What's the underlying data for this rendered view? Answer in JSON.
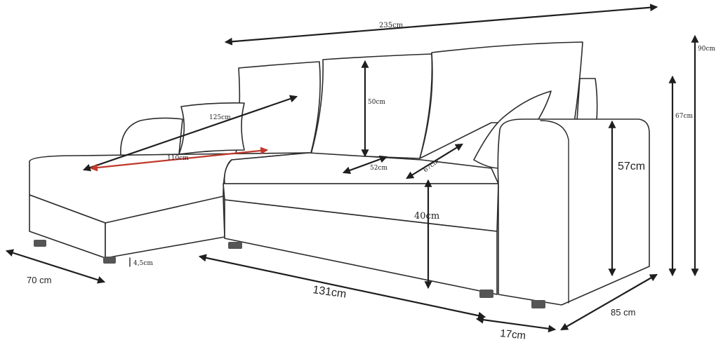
{
  "dimensions": {
    "total_length": "235cm",
    "seat_width_chaise": "125cm",
    "chaise_inner": "110cm",
    "backrest_cushion": "50cm",
    "total_height": "90cm",
    "back_height": "67cm",
    "armrest_height": "57cm",
    "seat_height": "40cm",
    "seat_depth_small": "52cm",
    "seat_depth": "67cm",
    "leg_height": "4,5cm",
    "chaise_width": "70 cm",
    "front_length": "131cm",
    "depth": "85 cm",
    "armrest_width": "17cm"
  },
  "colors": {
    "outline": "#2b2b2b",
    "accent": "#c0392b"
  }
}
